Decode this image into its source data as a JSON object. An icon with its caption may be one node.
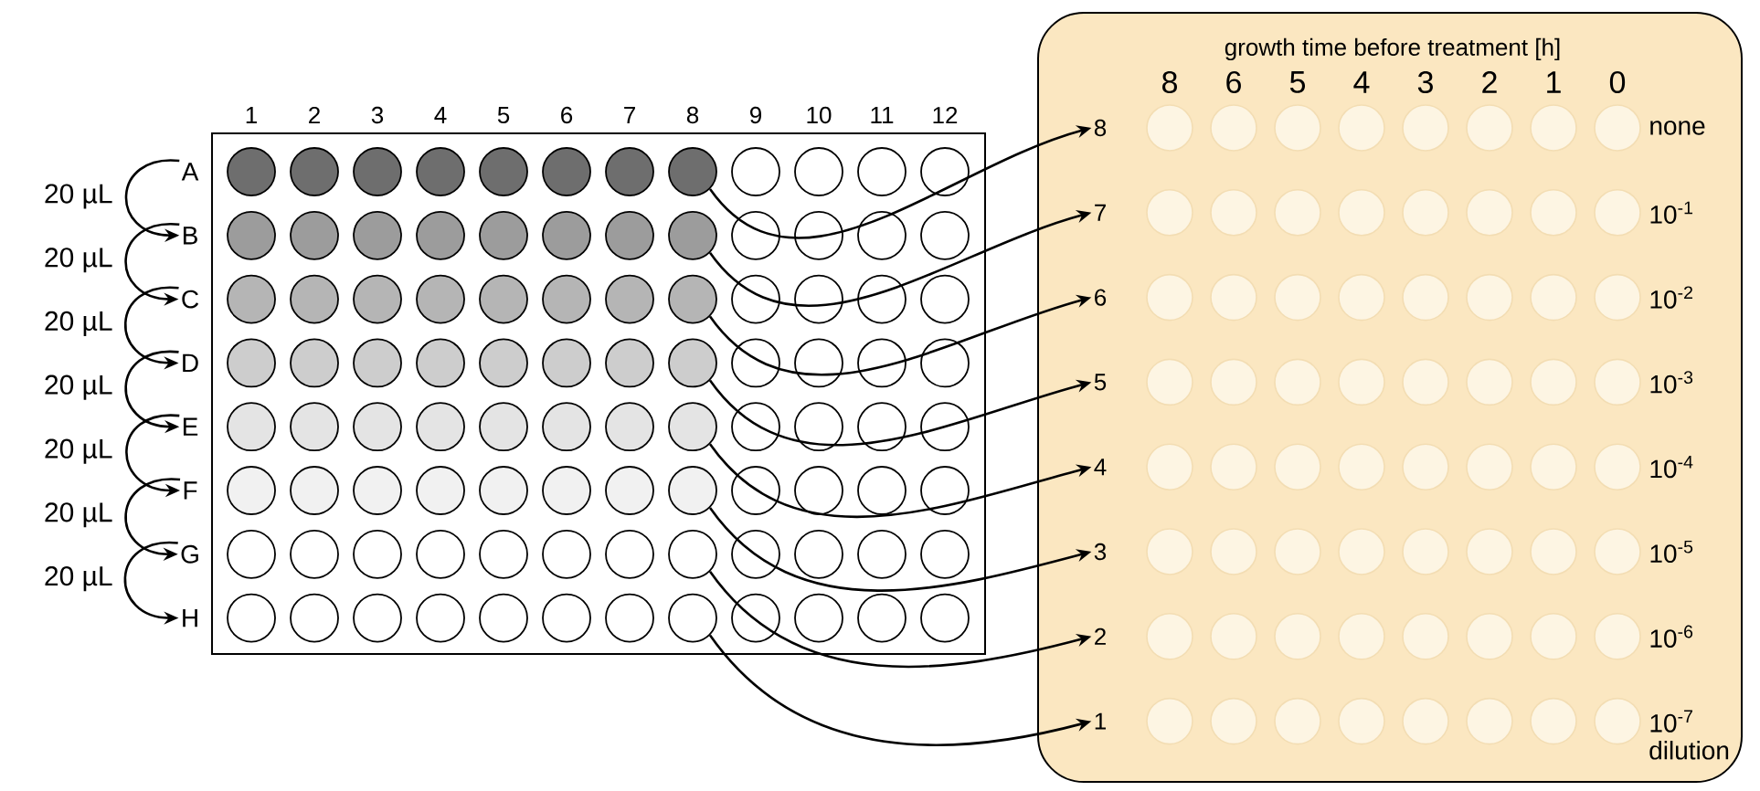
{
  "diagram": {
    "nodes": [
      {
        "text": [],
        "shape": "box"
      },
      {
        "text": [
          "A"
        ]
      },
      {
        "text": [
          "B"
        ]
      },
      {
        "text": [
          "C"
        ]
      },
      {
        "text": [
          "D"
        ]
      },
      {
        "text": [
          "E"
        ]
      },
      {
        "text": [
          "F"
        ]
      },
      {
        "text": [
          "G"
        ]
      },
      {
        "text": [
          "H"
        ]
      },
      {
        "text": [],
        "shape": "circle",
        "in": 0
      },
      {
        "text": [],
        "shape": "circle",
        "in": 0
      },
      {
        "text": [],
        "shape": "circle",
        "in": 0
      },
      {
        "text": [],
        "shape": "circle",
        "in": 0
      },
      {
        "text": [],
        "shape": "circle",
        "in": 0
      },
      {
        "text": [],
        "shape": "circle",
        "in": 0
      },
      {
        "text": [],
        "shape": "circle",
        "in": 0
      },
      {
        "text": [],
        "shape": "circle",
        "in": 0
      },
      {
        "text": [
          "growth time before treatment [h]",
          "dilution"
        ]
      },
      {
        "text": [
          "8"
        ],
        "in": 17
      },
      {
        "text": [
          "7"
        ],
        "in": 17
      },
      {
        "text": [
          "6"
        ],
        "in": 17
      },
      {
        "text": [
          "5"
        ],
        "in": 17
      },
      {
        "text": [
          "4"
        ],
        "in": 17
      },
      {
        "text": [
          "3"
        ],
        "in": 17
      },
      {
        "text": [
          "2"
        ],
        "in": 17
      },
      {
        "text": [
          "1"
        ],
        "in": 17
      }
    ],
    "edges": [
      {
        "from": 1,
        "to": 2,
        "arrow": "to",
        "label": "20 µL"
      },
      {
        "from": 2,
        "to": 3,
        "arrow": "to",
        "label": "20 µL"
      },
      {
        "from": 3,
        "to": 4,
        "arrow": "to",
        "label": "20 µL"
      },
      {
        "from": 4,
        "to": 5,
        "arrow": "to",
        "label": "20 µL"
      },
      {
        "from": 5,
        "to": 6,
        "arrow": "to",
        "label": "20 µL"
      },
      {
        "from": 6,
        "to": 7,
        "arrow": "to",
        "label": "20 µL"
      },
      {
        "from": 7,
        "to": 8,
        "arrow": "to",
        "label": "20 µL"
      },
      {
        "from": 9,
        "to": 18,
        "arrow": "to"
      },
      {
        "from": 10,
        "to": 19,
        "arrow": "to"
      },
      {
        "from": 11,
        "to": 20,
        "arrow": "to"
      },
      {
        "from": 12,
        "to": 21,
        "arrow": "to"
      },
      {
        "from": 13,
        "to": 22,
        "arrow": "to"
      },
      {
        "from": 14,
        "to": 23,
        "arrow": "to"
      },
      {
        "from": 15,
        "to": 24,
        "arrow": "to"
      },
      {
        "from": 16,
        "to": 25,
        "arrow": "to"
      }
    ],
    "labels": [
      "1",
      "2",
      "3",
      "4",
      "5",
      "6",
      "7",
      "8",
      "9",
      "10",
      "11",
      "12",
      "8",
      "6",
      "5",
      "4",
      "3",
      "2",
      "1",
      "0",
      "none",
      "10$^{-1}$",
      "10$^{-2}$",
      "10$^{-3}$",
      "10$^{-4}$",
      "10$^{-5}$",
      "10$^{-6}$",
      "10$^{-7}$"
    ]
  }
}
